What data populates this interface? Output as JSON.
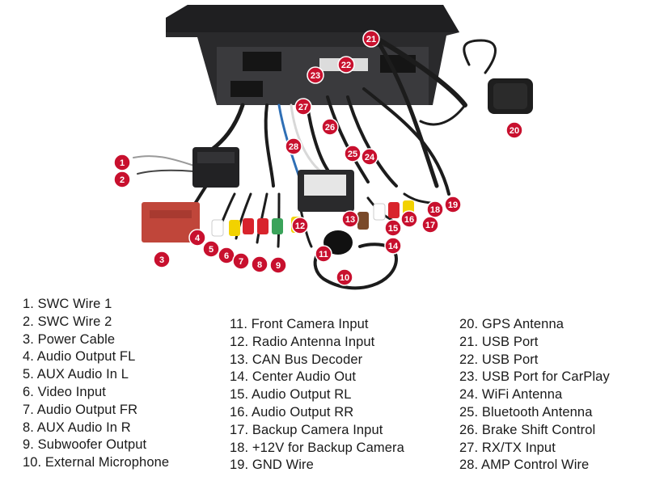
{
  "colors": {
    "marker": "#c8102e",
    "unit_body": "#2a2a2c",
    "power_plug": "#c0463a",
    "cable": "#1c1c1c"
  },
  "diagram": {
    "markers": [
      "1",
      "2",
      "3",
      "4",
      "5",
      "6",
      "7",
      "8",
      "9",
      "10",
      "11",
      "12",
      "13",
      "14",
      "15",
      "16",
      "17",
      "18",
      "19",
      "20",
      "21",
      "22",
      "23",
      "24",
      "25",
      "26",
      "27",
      "28"
    ]
  },
  "legend": {
    "col1": [
      "1. SWC Wire 1",
      "2. SWC Wire 2",
      "3. Power Cable",
      "4. Audio Output FL",
      "5. AUX Audio In L",
      "6. Video Input",
      "7. Audio Output FR",
      "8. AUX Audio In R",
      "9. Subwoofer Output",
      "10. External Microphone"
    ],
    "col2": [
      "11. Front Camera Input",
      "12. Radio Antenna Input",
      "13. CAN Bus Decoder",
      "14. Center Audio Out",
      "15. Audio Output RL",
      "16. Audio Output RR",
      "17. Backup Camera Input",
      "18. +12V for Backup Camera",
      "19. GND Wire"
    ],
    "col3": [
      "20. GPS Antenna",
      "21. USB Port",
      "22. USB Port",
      "23. USB Port for CarPlay",
      "24. WiFi Antenna",
      "25. Bluetooth Antenna",
      "26. Brake Shift Control",
      "27. RX/TX Input",
      "28. AMP Control Wire"
    ]
  }
}
